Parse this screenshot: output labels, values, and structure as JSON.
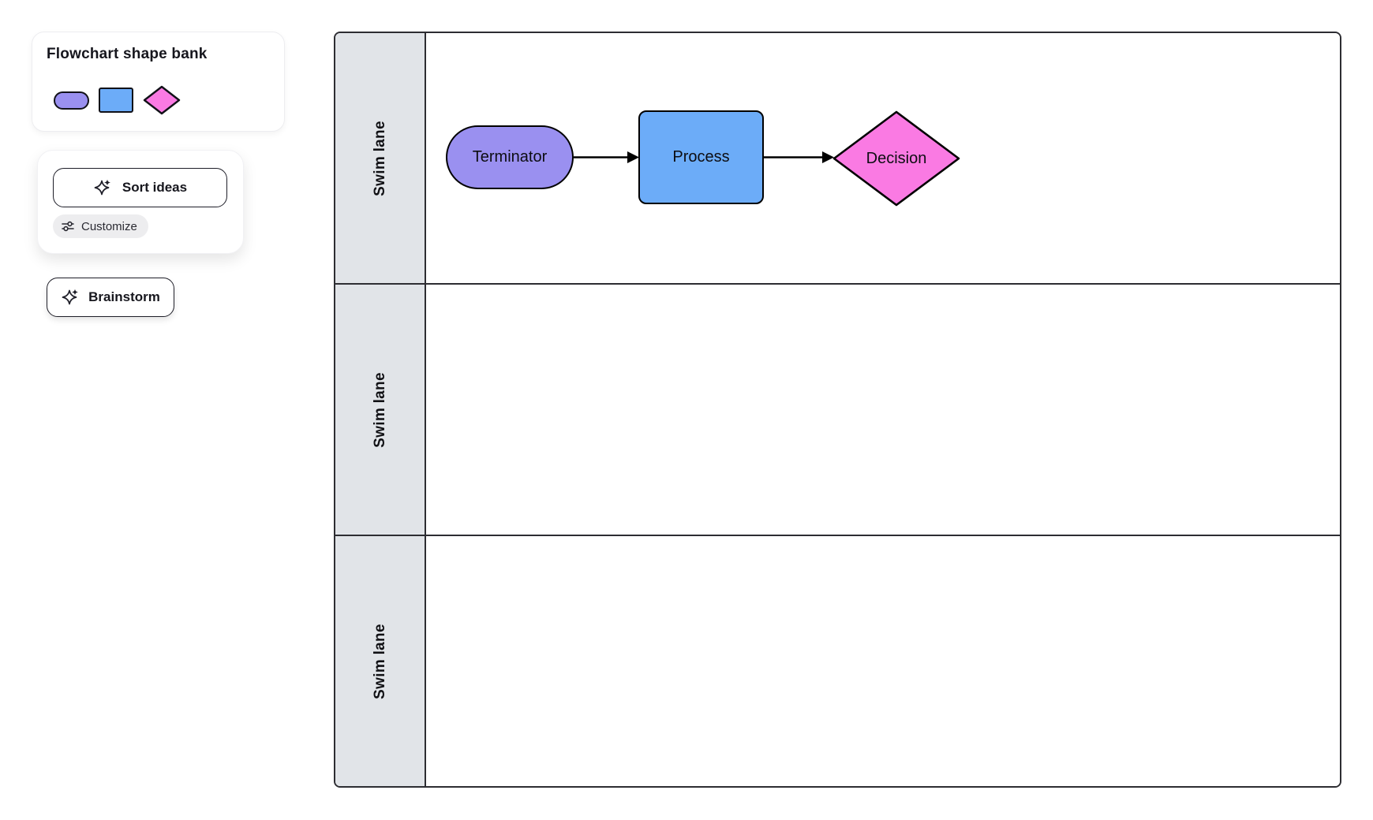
{
  "shape_bank": {
    "title": "Flowchart shape bank",
    "shapes": [
      {
        "name": "terminator-swatch",
        "shape": "pill",
        "color": "#9A90F0"
      },
      {
        "name": "process-swatch",
        "shape": "rect",
        "color": "#6CACF8"
      },
      {
        "name": "decision-swatch",
        "shape": "diamond",
        "color": "#FA7AE3"
      }
    ]
  },
  "ai_panel": {
    "sort_ideas_label": "Sort ideas",
    "customize_label": "Customize",
    "brainstorm_label": "Brainstorm"
  },
  "diagram": {
    "lanes": [
      {
        "label": "Swim lane"
      },
      {
        "label": "Swim lane"
      },
      {
        "label": "Swim lane"
      }
    ],
    "nodes": [
      {
        "type": "terminator",
        "label": "Terminator",
        "color": "#9A90F0"
      },
      {
        "type": "process",
        "label": "Process",
        "color": "#6CACF8"
      },
      {
        "type": "decision",
        "label": "Decision",
        "color": "#FA7AE3"
      }
    ],
    "connectors": [
      {
        "from": "Terminator",
        "to": "Process"
      },
      {
        "from": "Process",
        "to": "Decision"
      }
    ],
    "colors": {
      "lane_header_bg": "#E1E4E8",
      "frame_border": "#2D2D32",
      "node_stroke": "#000000",
      "connector": "#000000"
    }
  }
}
